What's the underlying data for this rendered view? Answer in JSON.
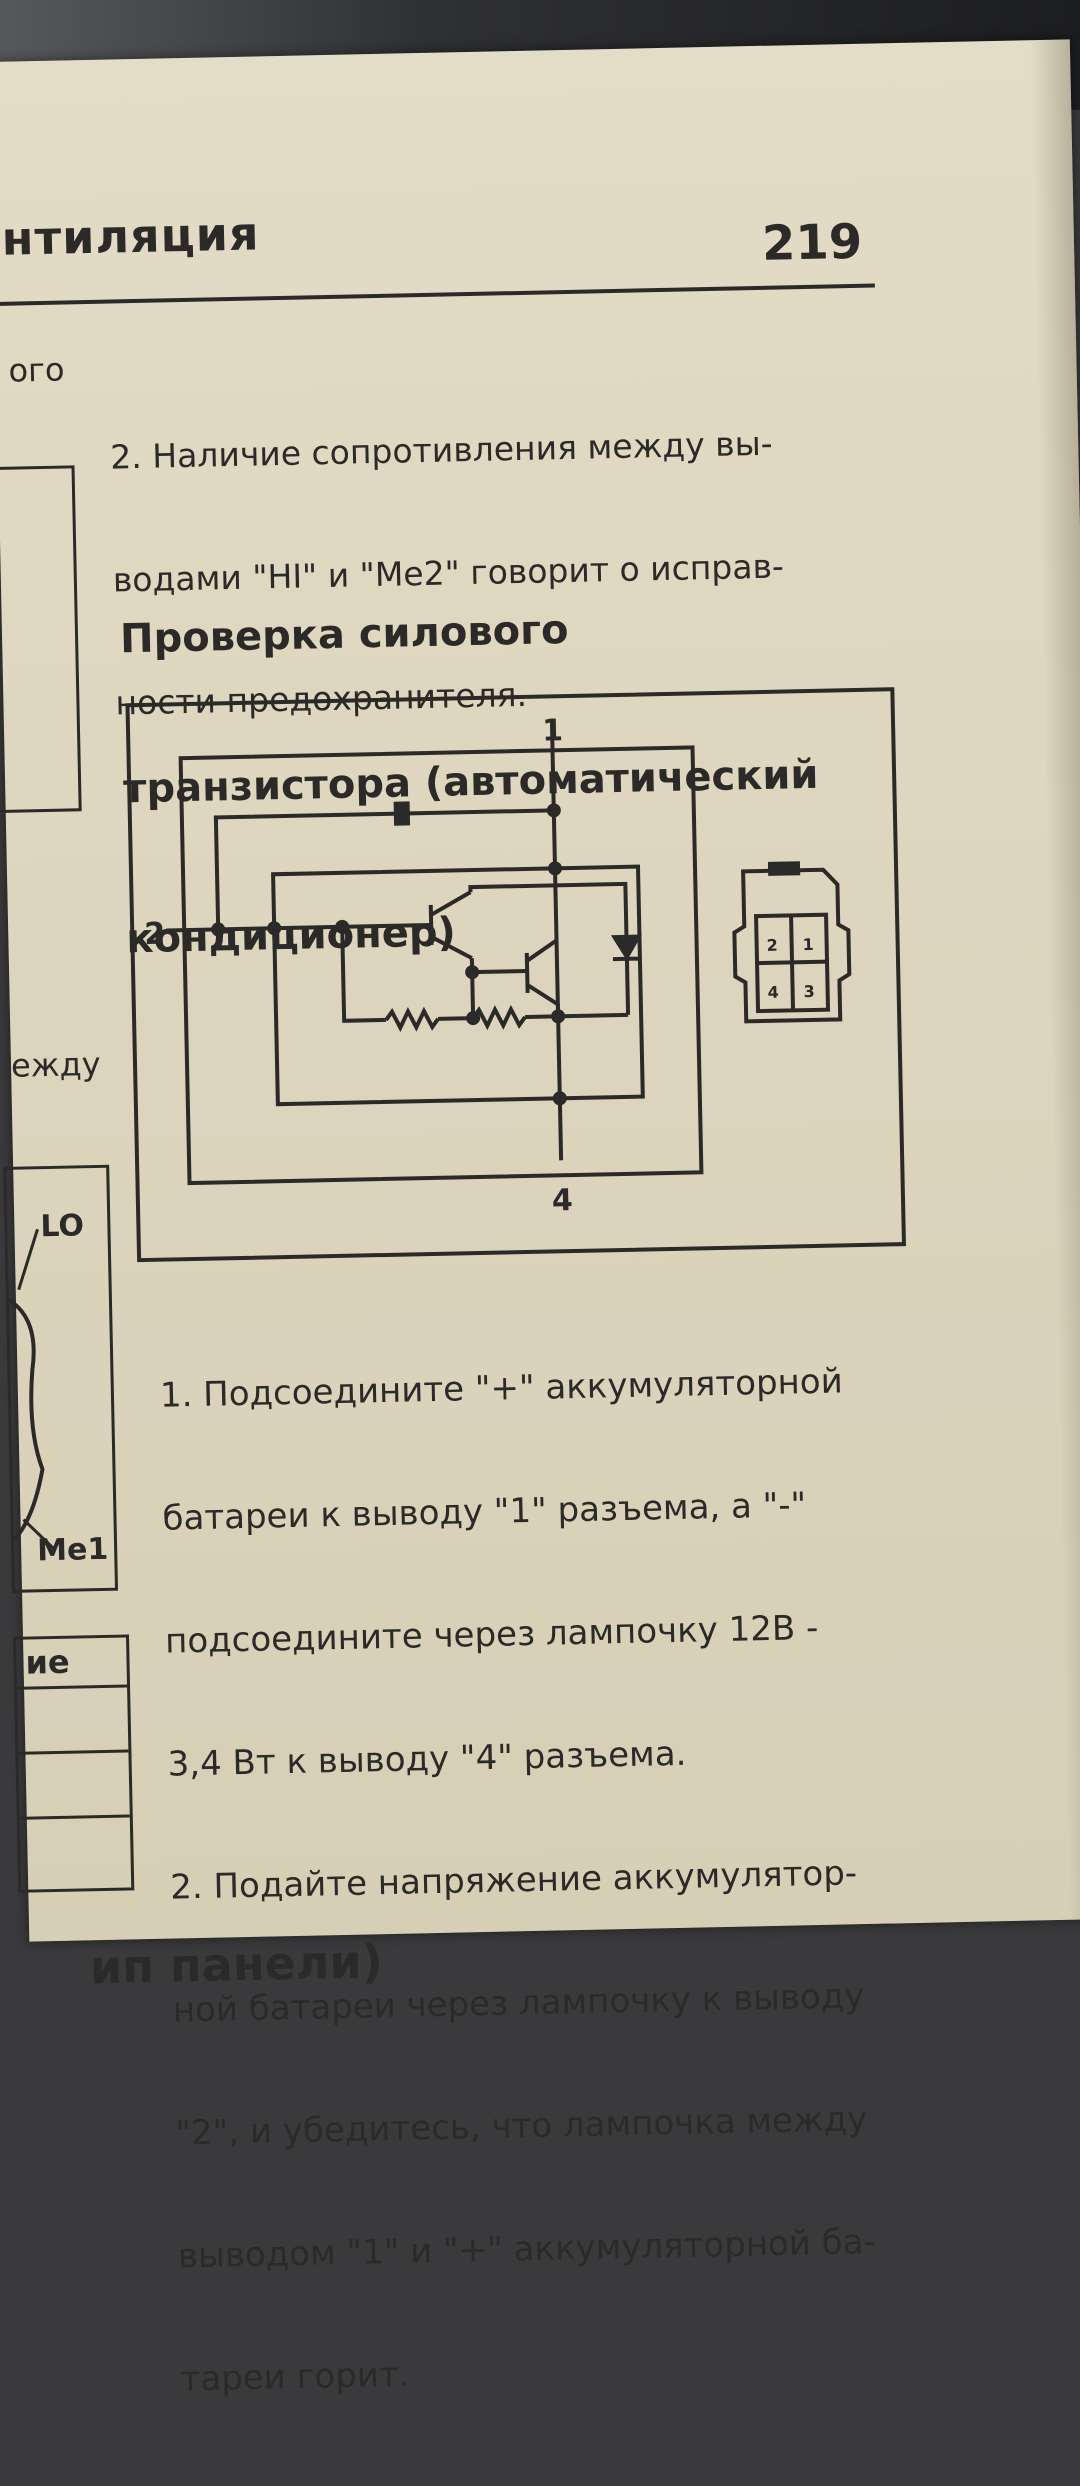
{
  "header": {
    "section_title": "нтиляция",
    "page_number": "219"
  },
  "left_fragments": {
    "top_word": "ого",
    "mid_word": "ежду",
    "label_lo": "LO",
    "label_me1": "Me1",
    "table_head": "ие"
  },
  "paragraph_1": [
    "2. Наличие сопротивления между вы-",
    "водами \"HI\" и \"Me2\" говорит о исправ-",
    "ности предохранителя."
  ],
  "heading": [
    "Проверка силового",
    "транзистора (автоматический",
    "кондиционер)"
  ],
  "diagram": {
    "terminal_labels": [
      "1",
      "2",
      "4"
    ],
    "connector_pins": [
      "2",
      "1",
      "4",
      "3"
    ]
  },
  "instructions": [
    "1. Подсоедините \"+\" аккумуляторной",
    "батареи к выводу \"1\" разъема, а \"-\"",
    "подсоедините через лампочку 12В -",
    "3,4 Вт к выводу \"4\" разъема.",
    "2. Подайте напряжение аккумулятор-",
    "ной батареи через лампочку к выводу",
    "\"2\", и убедитесь, что лампочка между",
    "выводом \"1\" и \"+\" аккумуляторной ба-",
    "тареи горит."
  ],
  "bottom_heading": "ип панели)"
}
